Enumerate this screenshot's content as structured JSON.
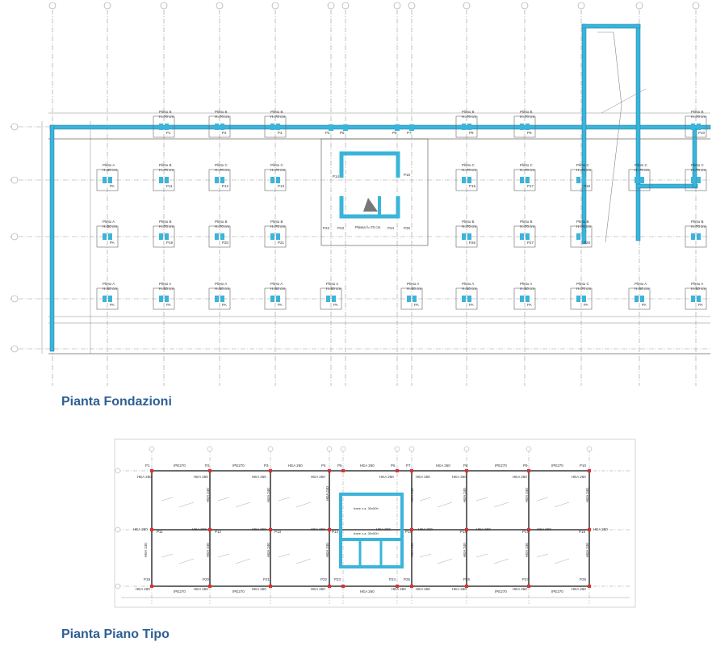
{
  "sections": {
    "foundation_title": "Pianta Fondazioni",
    "typical_title": "Pianta Piano Tipo"
  },
  "colors": {
    "cyan": "#3bb4da",
    "line": "#555555",
    "grid": "#9a9a9a",
    "red": "#e03030",
    "caption": "#2f5f93"
  },
  "foundation": {
    "footing_labels": {
      "A": "Plinto A",
      "B": "Plinto B",
      "C": "Plinto C",
      "h50": "H=50 cm",
      "h70": "H=70 cm",
      "pa": "PA"
    },
    "slab_label": "Platea h=70 cm",
    "row1_columns": [
      "P1",
      "P2",
      "P3",
      "P4",
      "P5",
      "P6",
      "P7",
      "P8",
      "P9",
      "P10"
    ],
    "row2_columns": [
      "P11",
      "P12",
      "P13",
      "P14",
      "P15",
      "P16",
      "P17",
      "P18"
    ],
    "row3_columns": [
      "P19",
      "P20",
      "P21",
      "P22",
      "P23",
      "P24",
      "P25",
      "P26",
      "P27",
      "P28"
    ]
  },
  "typical": {
    "row1_cols": [
      "P1",
      "P2",
      "P3",
      "P4",
      "P5",
      "P6",
      "P7",
      "P8",
      "P9",
      "P10"
    ],
    "row2_cols": [
      "P11",
      "P12",
      "P13",
      "P14",
      "P15",
      "P16",
      "P17",
      "P18"
    ],
    "row3_cols": [
      "P19",
      "P20",
      "P21",
      "P22",
      "P23",
      "P24",
      "P25",
      "P26",
      "P27",
      "P28"
    ],
    "top_beams": [
      "IPE270",
      "IPE270",
      "HEA 260",
      "HEA 260",
      "HEA 260",
      "IPE270",
      "IPE270"
    ],
    "bottom_beams": [
      "IPE270",
      "IPE270",
      "HEA 260",
      "IPE270",
      "IPE270"
    ],
    "beam_labels": {
      "hea": "HEA 260",
      "ipe": "IPE270",
      "hea240": "HEA 240"
    },
    "core_beams": [
      "trave c.a. 30x50h",
      "trave c.a. 30x50h"
    ]
  }
}
